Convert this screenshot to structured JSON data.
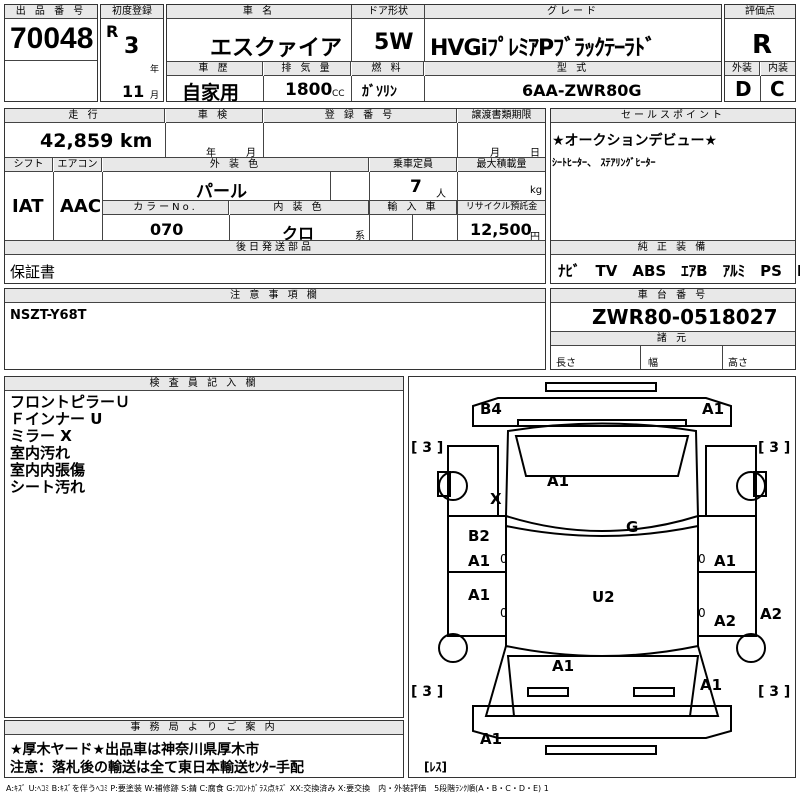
{
  "top": {
    "lot_label": "出 品 番 号",
    "lot_number": "70048",
    "first_reg_label": "初度登録",
    "era": "R",
    "year": "3",
    "year_unit": "年",
    "month": "11",
    "month_unit": "月",
    "car_name_label": "車 名",
    "car_name": "エスクァイア",
    "doors_label": "ドア形状",
    "doors": "5W",
    "grade_label": "グレード",
    "grade": "HVGiﾌﾟﾚﾐｱPﾌﾞﾗｯｸﾃｰﾗﾄﾞ",
    "score_label": "評価点",
    "score": "R",
    "history_label": "車 歴",
    "history": "自家用",
    "displacement_label": "排 気 量",
    "displacement": "1800",
    "displacement_unit": "CC",
    "fuel_label": "燃 料",
    "fuel": "ｶﾞｿﾘﾝ",
    "model_label": "型 式",
    "model": "6AA-ZWR80G",
    "exterior_label": "外装",
    "exterior": "D",
    "interior_label": "内装",
    "interior": "C"
  },
  "mid": {
    "mileage_label": "走 行",
    "mileage": "42,859 km",
    "inspection_label": "車 検",
    "inspection_year": "年",
    "inspection_month": "月",
    "reg_label": "登 録 番 号",
    "transfer_label": "譲渡書類期限",
    "transfer_month": "月",
    "transfer_day": "日",
    "sales_label": "セールスポイント",
    "sales_point_1": "★オークションデビュー★",
    "sales_point_2": "ｼｰﾄﾋｰﾀｰ、 ｽﾃｱﾘﾝｸﾞﾋｰﾀｰ",
    "shift_label": "シフト",
    "shift": "IAT",
    "ac_label": "エアコン",
    "ac": "AAC",
    "ext_color_label": "外 装 色",
    "ext_color": "パール",
    "capacity_label": "乗車定員",
    "capacity": "7",
    "capacity_unit": "人",
    "max_load_label": "最大積載量",
    "max_load_unit": "kg",
    "color_no_label": "カラーNo.",
    "color_no": "070",
    "int_color_label": "内 装 色",
    "int_color": "クロ",
    "int_color_suffix": "系",
    "import_label": "輸 入 車",
    "recycle_label": "リサイクル預託金",
    "recycle": "12,500",
    "recycle_unit": "円",
    "later_label": "後日発送部品",
    "later_item": "保証書",
    "equipment_label": "純 正 装 備",
    "equipment": "ﾅﾋﾞ　TV　ABS　ｴｱB　ｱﾙﾐ　PS　PW"
  },
  "notes": {
    "caution_label": "注 意 事 項 欄",
    "caution": "NSZT-Y68T",
    "chassis_label": "車 台 番 号",
    "chassis": "ZWR80-0518027",
    "specs_label": "諸 元",
    "length_label": "長さ",
    "width_label": "幅",
    "height_label": "高さ"
  },
  "inspector": {
    "label": "検 査 員 記 入 欄",
    "lines": [
      "フロントピラーＵ",
      "Ｆインナー U",
      "ミラー X",
      "室内汚れ",
      "室内内張傷",
      "シート汚れ"
    ]
  },
  "office": {
    "label": "事 務 局 よ り ご 案 内",
    "line1": "★厚木ヤード★出品車は神奈川県厚木市",
    "line2": "注意：落札後の輸送は全て東日本輸送ｾﾝﾀｰ手配"
  },
  "diagram": {
    "markers": {
      "b4": "B4",
      "a1_fr": "A1",
      "x_left": "X",
      "a1_hood": "A1",
      "b2": "B2",
      "a1_lf": "A1",
      "g": "G",
      "a1_rf": "A1",
      "a1_lr": "A1",
      "u2": "U2",
      "a2_r": "A2",
      "a2_far": "A2",
      "a1_roof": "A1",
      "a1_rear": "A1",
      "a1_bottom": "A1",
      "zero1": "0",
      "zero2": "0",
      "zero3": "0",
      "zero4": "0"
    },
    "tire_fl": "[ 3 ]",
    "tire_fr": "[ 3 ]",
    "tire_rl": "[ 3 ]",
    "tire_rr": "[ 3 ]",
    "spare": "[ﾚｽ]"
  },
  "legend": "A:ｷｽﾞ U:ﾍｺﾐ B:ｷｽﾞを伴うﾍｺﾐ P:要塗装 W:補修跡 S:錆 C:腐食 G:ﾌﾛﾝﾄｶﾞﾗｽ点ｷｽﾞ XX:交換済み X:要交換　内・外装評価　5段階ﾗﾝｸ順(A・B・C・D・E) 1"
}
